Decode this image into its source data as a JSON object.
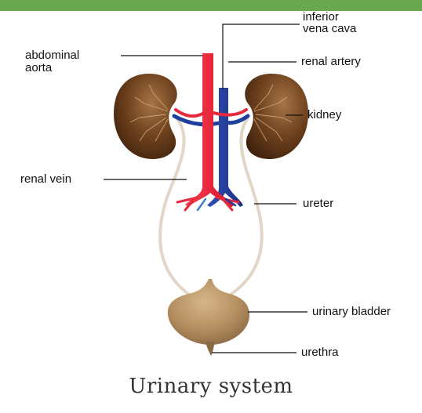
{
  "colors": {
    "band": "#6aa84f",
    "artery": "#e8283c",
    "vein": "#1f3f9c",
    "ureter": "#e2d6c6",
    "kidney_dark": "#4a2a12",
    "kidney_light": "#9a6a3e",
    "bladder_light": "#c8a67a",
    "bladder_dark": "#8a6a44",
    "leader": "#111111"
  },
  "labels": {
    "inferior_vena_cava_line1": "inferior",
    "inferior_vena_cava_line2": "vena cava",
    "abdominal_aorta_line1": "abdominal",
    "abdominal_aorta_line2": "aorta",
    "renal_artery": "renal artery",
    "kidney": "kidney",
    "renal_vein": "renal vein",
    "ureter": "ureter",
    "urinary_bladder": "urinary bladder",
    "urethra": "urethra"
  },
  "caption": "Urinary system"
}
